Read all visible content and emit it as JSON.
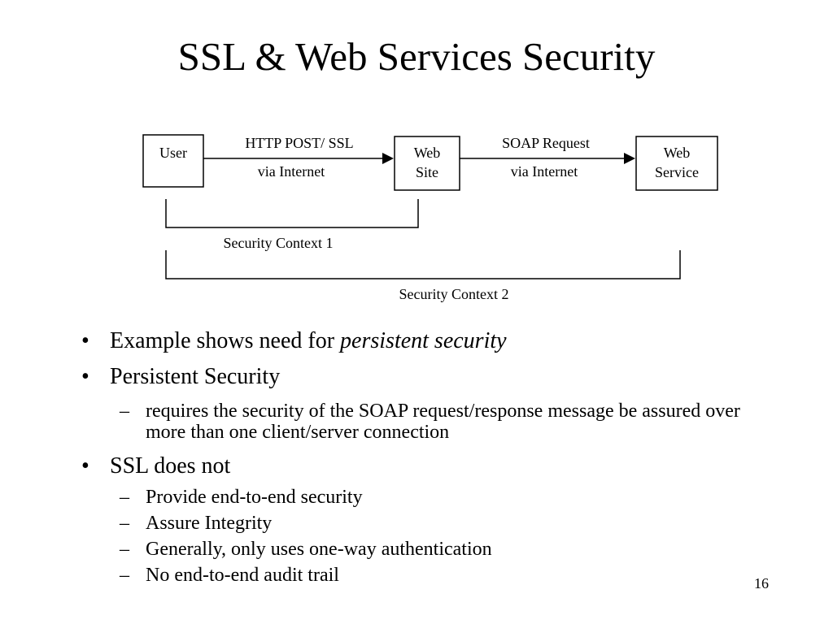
{
  "slide": {
    "title": "SSL & Web Services Security",
    "page_number": "16"
  },
  "diagram": {
    "nodes": {
      "user": [
        "User"
      ],
      "web_site": [
        "Web",
        "Site"
      ],
      "web_service": [
        "Web",
        "Service"
      ]
    },
    "edges": {
      "user_to_site": {
        "label": "HTTP POST/ SSL",
        "sublabel": "via Internet"
      },
      "site_to_service": {
        "label": "SOAP Request",
        "sublabel": "via Internet"
      }
    },
    "contexts": {
      "context1": "Security Context 1",
      "context2": "Security Context 2"
    }
  },
  "bullets": {
    "b1_text": "Example shows need for ",
    "b1_emphasis": "persistent security",
    "b2_text": "Persistent Security",
    "b2_sub1": "requires the security of the SOAP request/response message be assured over more than one client/server connection",
    "b3_text": "SSL does not",
    "b3_subs": [
      "Provide end-to-end security",
      "Assure Integrity",
      "Generally, only uses one-way authentication",
      "No end-to-end audit trail"
    ],
    "bullet_glyph": "•",
    "dash_glyph": "–"
  }
}
